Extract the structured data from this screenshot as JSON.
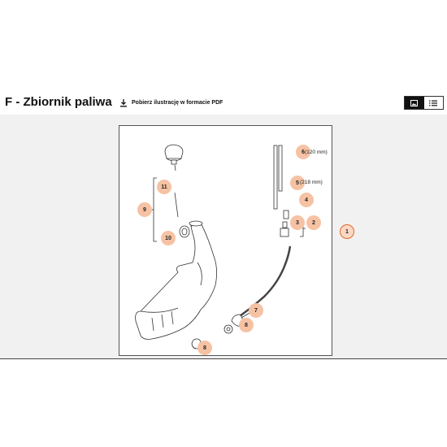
{
  "header": {
    "title": "F - Zbiornik paliwa",
    "download_label": "Pobierz ilustrację w formacie PDF",
    "download_icon": "download-icon",
    "view_buttons": [
      {
        "icon": "image-view-icon",
        "active": true
      },
      {
        "icon": "list-view-icon",
        "active": false
      }
    ]
  },
  "diagram": {
    "callouts": {
      "c1": "1",
      "c2": "2",
      "c3": "3",
      "c4": "4",
      "c5": "5",
      "c5_note": "(218 mm)",
      "c6": "6",
      "c6_note": "(120 mm)",
      "c7": "7",
      "c8a": "8",
      "c8b": "8",
      "c9": "9",
      "c10": "10",
      "c11": "11"
    }
  },
  "colors": {
    "accent": "#e06a2a",
    "badge_fill": "#f6c2a4",
    "stage_bg": "#f1f1f1"
  }
}
